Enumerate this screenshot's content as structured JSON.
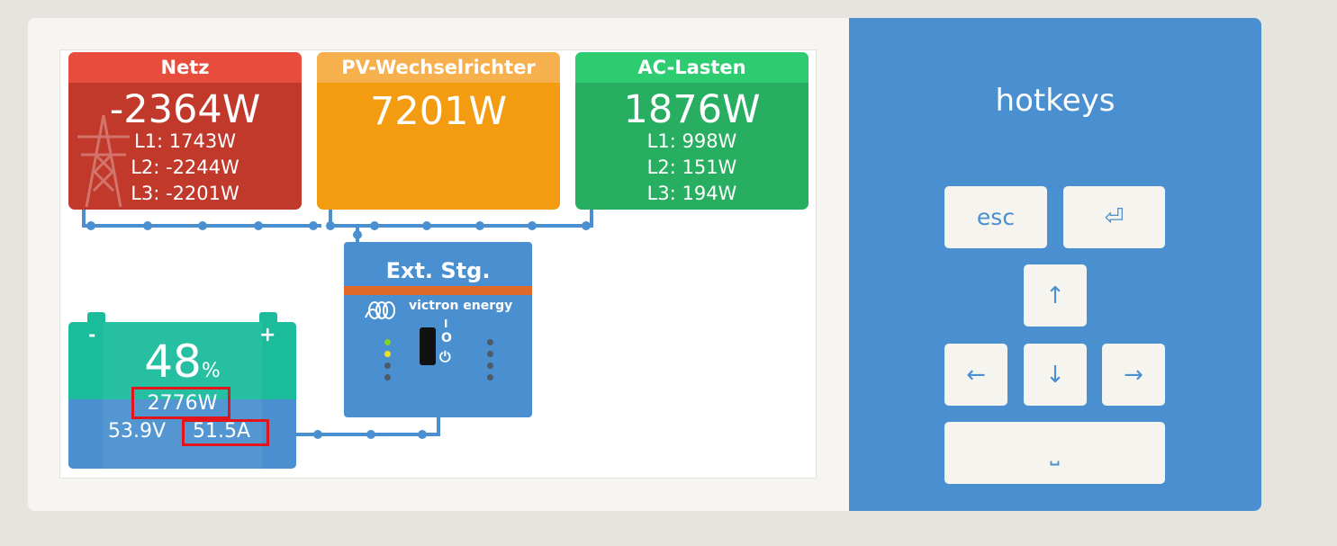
{
  "colors": {
    "grid_header": "#e74c3c",
    "grid_body": "#c0392b",
    "pv_header": "#f6b04d",
    "pv_body": "#f39c12",
    "ac_header": "#2ecc71",
    "ac_body": "#27ae60",
    "battery_top": "#1abc9c",
    "battery_bottom": "#4a90d0",
    "inverter": "#4a90d0",
    "inverter_stripe": "#e06b28",
    "wire": "#4a90d0",
    "highlight": "#e3141c",
    "hotkeys_bg": "#4a90d0"
  },
  "grid": {
    "title": "Netz",
    "power": "-2364W",
    "l1": "L1: 1743W",
    "l2": "L2: -2244W",
    "l3": "L3: -2201W",
    "icon": "power-pylon-icon"
  },
  "pv": {
    "title": "PV-Wechselrichter",
    "power": "7201W"
  },
  "ac_loads": {
    "title": "AC-Lasten",
    "power": "1876W",
    "l1": "L1: 998W",
    "l2": "L2: 151W",
    "l3": "L3: 194W"
  },
  "battery": {
    "minus": "-",
    "plus": "+",
    "soc": "48",
    "soc_unit": "%",
    "power": "2776W",
    "voltage": "53.9V",
    "current": "51.5A"
  },
  "inverter": {
    "title": "Ext. Stg.",
    "brand": "victron energy",
    "switch_on": "I",
    "switch_off": "O",
    "power_symbol": "⏻",
    "logo_icon": "victron-logo-icon"
  },
  "hotkeys": {
    "title": "hotkeys",
    "keys": {
      "esc": "esc",
      "enter": "⏎",
      "up": "↑",
      "left": "←",
      "down": "↓",
      "right": "→",
      "space": "⎵"
    }
  }
}
